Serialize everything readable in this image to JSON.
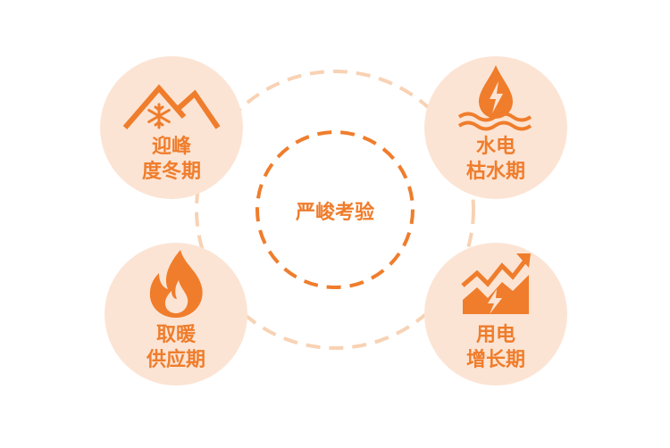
{
  "center": {
    "label": "严峻考验"
  },
  "nodes": [
    {
      "id": "winter",
      "line1": "迎峰",
      "line2": "度冬期",
      "icon": "mountain-snowflake-icon"
    },
    {
      "id": "hydro",
      "line1": "水电",
      "line2": "枯水期",
      "icon": "water-drop-lightning-icon"
    },
    {
      "id": "heating",
      "line1": "取暖",
      "line2": "供应期",
      "icon": "flame-icon"
    },
    {
      "id": "power",
      "line1": "用电",
      "line2": "增长期",
      "icon": "rising-chart-lightning-icon"
    }
  ],
  "colors": {
    "accent": "#ef7d2c",
    "circle_fill": "#fce4d4",
    "outer_ring": "#f8d2b4"
  }
}
